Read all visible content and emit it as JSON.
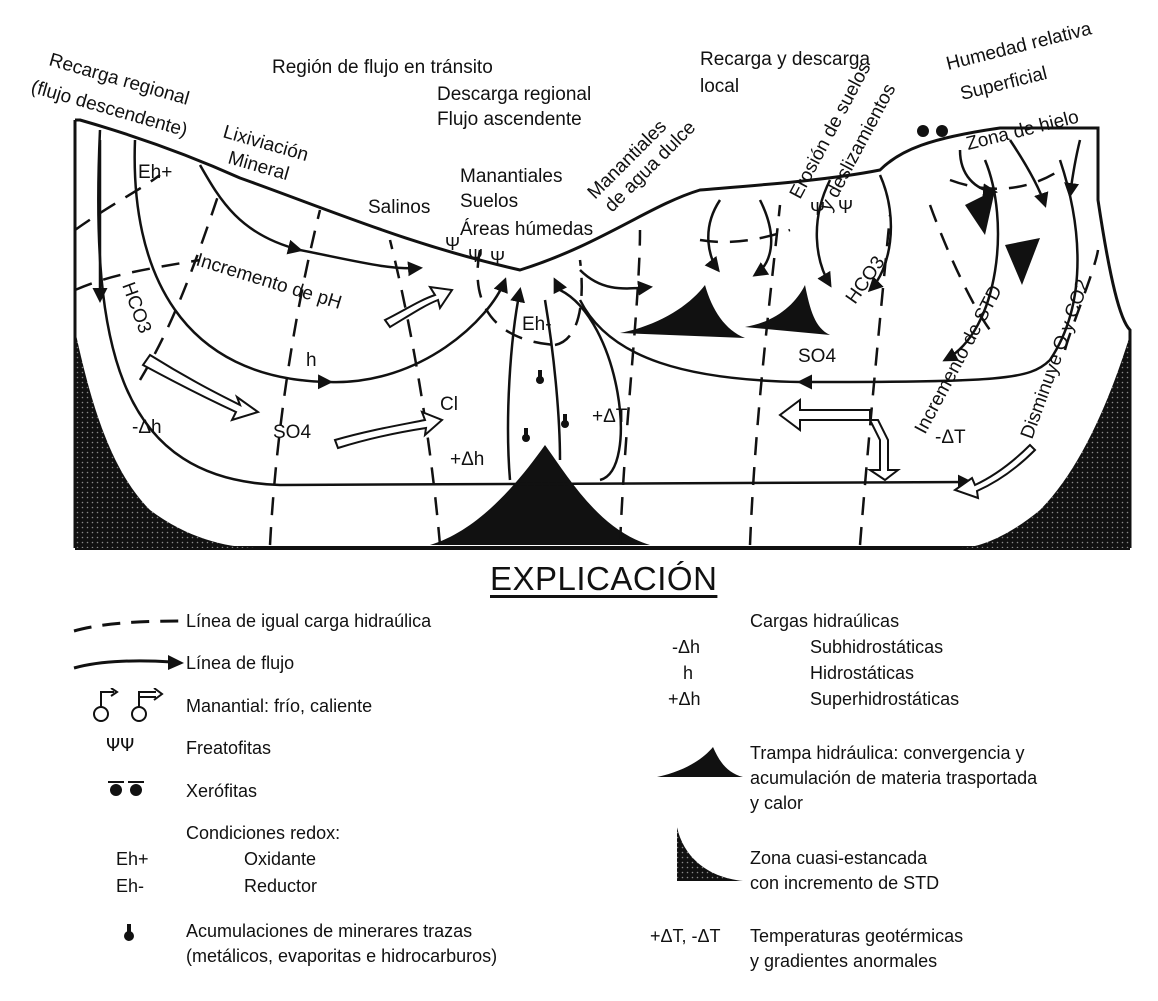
{
  "diagram": {
    "labels": {
      "recarga_regional_1": "Recarga regional",
      "recarga_regional_2": "(flujo descendente)",
      "lixiviacion_1": "Lixiviación",
      "lixiviacion_2": "Mineral",
      "region_transito": "Región de flujo en tránsito",
      "descarga_regional": "Descarga regional",
      "flujo_ascendente": "Flujo ascendente",
      "recarga_descarga_1": "Recarga y descarga",
      "recarga_descarga_2": "local",
      "humedad_relativa": "Humedad relativa",
      "superficial": "Superficial",
      "zona_hielo": "Zona de hielo",
      "erosion_1": "Erosión de suelos",
      "erosion_2": "y deslizamientos",
      "manantiales_agua_1": "Manantiales",
      "manantiales_agua_2": "de agua dulce",
      "salinos": "Salinos",
      "manantiales": "Manantiales",
      "suelos": "Suelos",
      "areas_humedas": "Áreas húmedas",
      "eh_plus": "Eh+",
      "eh_minus": "Eh-",
      "incremento_ph": "Incremento de pH",
      "hco3": "HCO3",
      "hco3_right": "HCO3",
      "h": "h",
      "minus_dh": "-Δh",
      "so4_left": "SO4",
      "so4_right": "SO4",
      "cl": "Cl",
      "plus_dh": "+Δh",
      "plus_dt": "+ΔT",
      "minus_dt": "-ΔT",
      "incremento_std": "Incremento de STD",
      "disminuye": "Disminuye O y CO2"
    }
  },
  "explicacion": {
    "title": "EXPLICACIÓN",
    "igual_carga": "Línea de igual carga hidraúlica",
    "linea_flujo": "Línea de flujo",
    "manantial": "Manantial: frío, caliente",
    "freatofitas": "Freatofitas",
    "xerofitas": "Xerófitas",
    "condiciones_redox": "Condiciones redox:",
    "eh_plus_sym": "Eh+",
    "oxidante": "Oxidante",
    "eh_minus_sym": "Eh-",
    "reductor": "Reductor",
    "acumulaciones_1": "Acumulaciones de minerares trazas",
    "acumulaciones_2": "(metálicos, evaporitas e hidrocarburos)",
    "cargas_title": "Cargas hidraúlicas",
    "sub_sym": "-Δh",
    "subhidro": "Subhidrostáticas",
    "h_sym": "h",
    "hidro": "Hidrostáticas",
    "sup_sym": "+Δh",
    "superhidro": "Superhidrostáticas",
    "trampa_1": "Trampa hidráulica: convergencia y",
    "trampa_2": "acumulación de materia trasportada",
    "trampa_3": "y calor",
    "zona_1": "Zona cuasi-estancada",
    "zona_2": "con incremento de STD",
    "temp_sym": "+ΔT, -ΔT",
    "temp_1": "Temperaturas geotérmicas",
    "temp_2": "y gradientes anormales"
  }
}
